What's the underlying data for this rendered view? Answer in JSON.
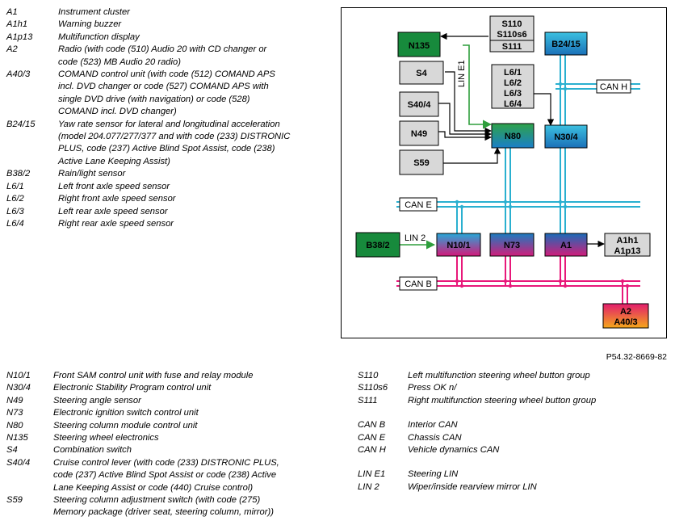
{
  "legend_top": [
    {
      "code": "A1",
      "desc": [
        "Instrument cluster"
      ]
    },
    {
      "code": "A1h1",
      "desc": [
        "Warning buzzer"
      ]
    },
    {
      "code": "A1p13",
      "desc": [
        "Multifunction display"
      ]
    },
    {
      "code": "A2",
      "desc": [
        "Radio (with code (510) Audio 20 with CD changer or",
        "code (523) MB Audio 20 radio)"
      ]
    },
    {
      "code": "A40/3",
      "desc": [
        "COMAND control unit (with code (512) COMAND APS",
        "incl. DVD changer or code (527) COMAND APS with",
        "single DVD drive (with navigation) or code (528)",
        "COMAND incl. DVD changer)"
      ]
    },
    {
      "code": "B24/15",
      "desc": [
        "Yaw rate sensor for lateral and longitudinal acceleration",
        "(model 204.077/277/377 and with code (233) DISTRONIC",
        "PLUS, code (237) Active Blind Spot Assist, code (238)",
        "Active Lane Keeping Assist)"
      ]
    },
    {
      "code": "B38/2",
      "desc": [
        "Rain/light sensor"
      ]
    },
    {
      "code": "L6/1",
      "desc": [
        "Left front axle speed sensor"
      ]
    },
    {
      "code": "L6/2",
      "desc": [
        "Right front axle speed sensor"
      ]
    },
    {
      "code": "L6/3",
      "desc": [
        "Left rear axle speed sensor"
      ]
    },
    {
      "code": "L6/4",
      "desc": [
        "Right rear axle speed sensor"
      ]
    }
  ],
  "legend_left": [
    {
      "code": "N10/1",
      "desc": [
        "Front SAM control unit with fuse and relay module"
      ]
    },
    {
      "code": "N30/4",
      "desc": [
        "Electronic Stability Program control unit"
      ]
    },
    {
      "code": "N49",
      "desc": [
        "Steering angle sensor"
      ]
    },
    {
      "code": "N73",
      "desc": [
        "Electronic ignition switch control unit"
      ]
    },
    {
      "code": "N80",
      "desc": [
        "Steering column module control unit"
      ]
    },
    {
      "code": "N135",
      "desc": [
        "Steering wheel electronics"
      ]
    },
    {
      "code": "S4",
      "desc": [
        "Combination switch"
      ]
    },
    {
      "code": "S40/4",
      "desc": [
        "Cruise control lever (with code (233) DISTRONIC PLUS,",
        "code (237) Active Blind Spot Assist or code (238) Active",
        "Lane Keeping Assist or code (440) Cruise control)"
      ]
    },
    {
      "code": "S59",
      "desc": [
        "Steering column adjustment switch (with code (275)",
        "Memory package (driver seat, steering column, mirror))"
      ]
    }
  ],
  "legend_right_groups": [
    [
      {
        "code": "S110",
        "desc": [
          "Left multifunction steering wheel button group"
        ]
      },
      {
        "code": "S110s6",
        "desc": [
          "Press OK n/"
        ]
      },
      {
        "code": "S111",
        "desc": [
          "Right multifunction steering wheel button group"
        ]
      }
    ],
    [
      {
        "code": "CAN B",
        "desc": [
          "Interior CAN"
        ]
      },
      {
        "code": "CAN E",
        "desc": [
          "Chassis CAN"
        ]
      },
      {
        "code": "CAN H",
        "desc": [
          "Vehicle dynamics CAN"
        ]
      }
    ],
    [
      {
        "code": "LIN E1",
        "desc": [
          "Steering LIN"
        ]
      },
      {
        "code": "LIN 2",
        "desc": [
          "Wiper/inside rearview mirror LIN"
        ]
      }
    ]
  ],
  "diagram": {
    "reference": "P54.32-8669-82",
    "colors": {
      "can_e_h": "#2ab0d0",
      "can_b": "#e8187a",
      "lin": "#2e9e3c",
      "gray": "#d8d8d8",
      "green": "#178a3c",
      "cyan": "#2aa8d8",
      "blue": "#1a6fb0",
      "magenta": "#c8186e",
      "orange": "#f59a1a",
      "red": "#e0283c"
    },
    "nodes": {
      "n135": {
        "lines": [
          "N135"
        ]
      },
      "s110": {
        "lines": [
          "S110",
          "S110s6",
          "S111"
        ]
      },
      "b2415": {
        "lines": [
          "B24/15"
        ]
      },
      "s4": {
        "lines": [
          "S4"
        ]
      },
      "l6": {
        "lines": [
          "L6/1",
          "L6/2",
          "L6/3",
          "L6/4"
        ]
      },
      "s404": {
        "lines": [
          "S40/4"
        ]
      },
      "n49": {
        "lines": [
          "N49"
        ]
      },
      "n80": {
        "lines": [
          "N80"
        ]
      },
      "n304": {
        "lines": [
          "N30/4"
        ]
      },
      "s59": {
        "lines": [
          "S59"
        ]
      },
      "b382": {
        "lines": [
          "B38/2"
        ]
      },
      "n101": {
        "lines": [
          "N10/1"
        ]
      },
      "n73": {
        "lines": [
          "N73"
        ]
      },
      "a1": {
        "lines": [
          "A1"
        ]
      },
      "a1h1": {
        "lines": [
          "A1h1",
          "A1p13"
        ]
      },
      "a2": {
        "lines": [
          "A2",
          "A40/3"
        ]
      }
    },
    "bus_labels": {
      "can_h": "CAN H",
      "can_e": "CAN E",
      "can_b": "CAN B",
      "lin_e1": "LIN E1",
      "lin_2": "LIN 2"
    }
  }
}
